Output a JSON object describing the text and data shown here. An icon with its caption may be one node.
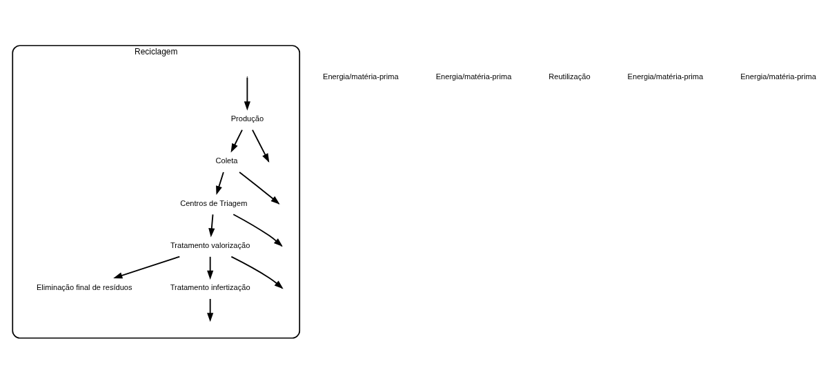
{
  "diagram": {
    "nodes": [
      {
        "text": [
          "Reciclagem"
        ]
      },
      {
        "text": [
          "Produção"
        ],
        "in": 0
      },
      {
        "text": [
          "Coleta"
        ],
        "in": 0
      },
      {
        "text": [
          "Centros de Triagem"
        ],
        "in": 0
      },
      {
        "text": [
          "Tratamento valorização"
        ],
        "in": 0
      },
      {
        "text": [
          "Eliminação final de resíduos"
        ],
        "in": 0
      },
      {
        "text": [
          "Tratamento infertização"
        ],
        "in": 0
      }
    ],
    "edges": [
      {
        "from": 1,
        "to": null,
        "arrow": "to"
      },
      {
        "from": null,
        "to": 1,
        "arrow": "to"
      },
      {
        "from": 1,
        "to": 2,
        "arrow": "to"
      },
      {
        "from": 2,
        "to": null,
        "arrow": "to"
      },
      {
        "from": 2,
        "to": 3,
        "arrow": "to"
      },
      {
        "from": 3,
        "to": null,
        "arrow": "to"
      },
      {
        "from": 3,
        "to": 4,
        "arrow": "to"
      },
      {
        "from": 4,
        "to": 5,
        "arrow": "to"
      },
      {
        "from": 4,
        "to": 6,
        "arrow": "to"
      },
      {
        "from": 4,
        "to": null,
        "arrow": "to"
      },
      {
        "from": 6,
        "to": null,
        "arrow": "to"
      }
    ],
    "labels": [
      "Energia/matéria-prima",
      "Energia/matéria-prima",
      "Reutilização",
      "Energia/matéria-prima",
      "Energia/matéria-prima"
    ]
  }
}
